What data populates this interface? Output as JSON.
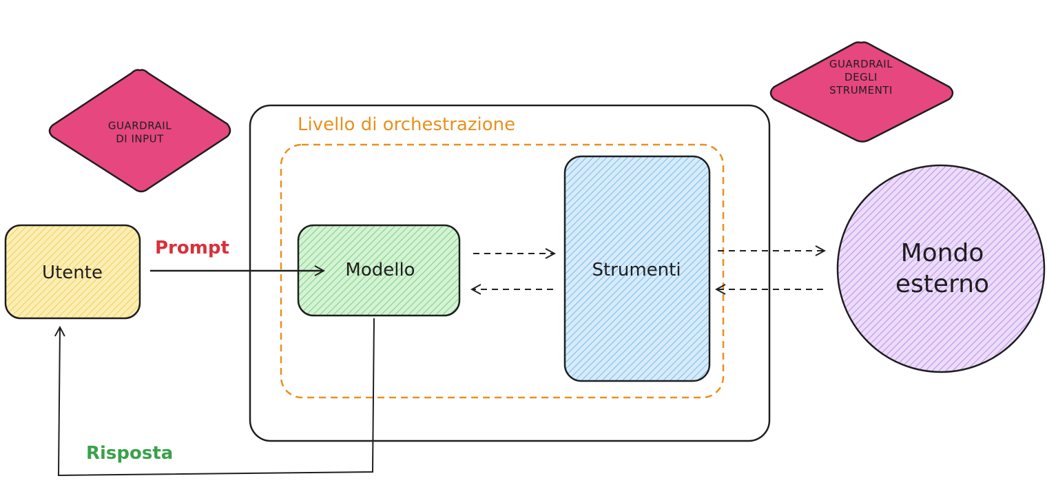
{
  "guardrails": {
    "input": [
      "GUARDRAIL",
      "DI INPUT"
    ],
    "tools": [
      "GUARDRAIL",
      "DEGLI",
      "STRUMENTI"
    ]
  },
  "orchestration": {
    "title": "Livello di orchestrazione"
  },
  "nodes": {
    "user": "Utente",
    "model": "Modello",
    "tools": "Strumenti",
    "world": [
      "Mondo",
      "esterno"
    ]
  },
  "edges": {
    "prompt": "Prompt",
    "response": "Risposta"
  },
  "colors": {
    "guardrail": "#e5477e",
    "user": "#f5d76e",
    "model": "#8bd98f",
    "tools": "#8cc6f0",
    "world": "#c9a6ee",
    "orchestration": "#e8901c",
    "prompt": "#d9303a",
    "response": "#3aa14a"
  }
}
